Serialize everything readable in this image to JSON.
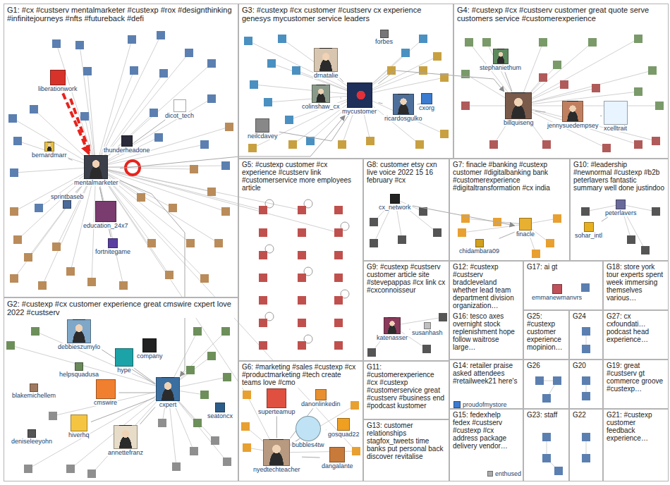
{
  "diagram": {
    "nodes": [
      {
        "text": [
          "G1: #cx #custserv mentalmarketer #custexp #rox #designthinking #infinitejourneys #nfts #futureback #defi"
        ]
      },
      {
        "text": [
          "liberationwork"
        ],
        "in": 0
      },
      {
        "text": [
          "bernardmarr"
        ],
        "in": 0
      },
      {
        "text": [
          "thunderheadone"
        ],
        "in": 0
      },
      {
        "text": [
          "mentalmarketer"
        ],
        "in": 0
      },
      {
        "text": [
          "sprintbaseb"
        ],
        "in": 0
      },
      {
        "text": [
          "dicot_tech"
        ],
        "in": 0
      },
      {
        "text": [
          "education_24x7"
        ],
        "in": 0
      },
      {
        "text": [
          "fortnitegame"
        ],
        "in": 0
      },
      {
        "text": [
          "G2: #custexp #cx customer experience great cmswire cxpert love 2022 #custserv"
        ]
      },
      {
        "text": [
          "debbieszumylo"
        ],
        "in": 9
      },
      {
        "text": [
          "helpsquadusa"
        ],
        "in": 9
      },
      {
        "text": [
          "company"
        ],
        "in": 9
      },
      {
        "text": [
          "hype"
        ],
        "in": 9
      },
      {
        "text": [
          "cmswire"
        ],
        "in": 9
      },
      {
        "text": [
          "cxpert"
        ],
        "in": 9
      },
      {
        "text": [
          "seatoncx"
        ],
        "in": 9
      },
      {
        "text": [
          "blakemichellem"
        ],
        "in": 9
      },
      {
        "text": [
          "deniseleeyohn"
        ],
        "in": 9
      },
      {
        "text": [
          "hiverhq"
        ],
        "in": 9
      },
      {
        "text": [
          "annettefranz"
        ],
        "in": 9
      },
      {
        "text": [
          "G3: #custexp #cx customer #custserv cx experience genesys mycustomer service leaders"
        ]
      },
      {
        "text": [
          "forbes"
        ],
        "in": 21
      },
      {
        "text": [
          "drnatalie"
        ],
        "in": 21
      },
      {
        "text": [
          "colinshaw_cx"
        ],
        "in": 21
      },
      {
        "text": [
          "mycustomer"
        ],
        "in": 21
      },
      {
        "text": [
          "ricardosgulko"
        ],
        "in": 21
      },
      {
        "text": [
          "cxorg"
        ],
        "in": 21
      },
      {
        "text": [
          "neilcdavey"
        ],
        "in": 21
      },
      {
        "text": [
          "G4: #custexp #cx #custserv customer great quote serve customers service #customerexperience"
        ]
      },
      {
        "text": [
          "stephaniethum"
        ],
        "in": 29
      },
      {
        "text": [
          "billquiseng"
        ],
        "in": 29
      },
      {
        "text": [
          "jennysuedempsey"
        ],
        "in": 29
      },
      {
        "text": [
          "xcelltrait"
        ],
        "in": 29
      },
      {
        "text": [
          "G5: #custexp customer #cx experience #custserv link #customerservice more employees article"
        ]
      },
      {
        "text": [
          "G6: #marketing #sales #custexp #cx #productmarketing #tech create teams love #cmo"
        ]
      },
      {
        "text": [
          "superteamup"
        ],
        "in": 35
      },
      {
        "text": [
          "danonlinkedin"
        ],
        "in": 35
      },
      {
        "text": [
          "gosquad22"
        ],
        "in": 35
      },
      {
        "text": [
          "bubbles4tw"
        ],
        "in": 35
      },
      {
        "text": [
          "nyedtechteacher"
        ],
        "in": 35
      },
      {
        "text": [
          "dangalante"
        ],
        "in": 35
      },
      {
        "text": [
          "G7: finacle #banking #custexp customer #digitalbanking bank #customerexperience #digitaltransformation #cx india"
        ]
      },
      {
        "text": [
          "finacle"
        ],
        "in": 42
      },
      {
        "text": [
          "chidambara09"
        ],
        "in": 42
      },
      {
        "text": [
          "G8: customer etsy cxn live voice 2022 15 16 february #cx"
        ]
      },
      {
        "text": [
          "cx_network"
        ],
        "in": 45
      },
      {
        "text": [
          "G9: #custexp #custserv customer article site #stevepappas #cx link cx #cxconnoisseur"
        ]
      },
      {
        "text": [
          "katenasser"
        ],
        "in": 47
      },
      {
        "text": [
          "susanhash"
        ],
        "in": 47
      },
      {
        "text": [
          "G10: #leadership #newnormal #custexp #b2b peterlavers fantastic summary well done justindoo"
        ]
      },
      {
        "text": [
          "peterlavers"
        ],
        "in": 50
      },
      {
        "text": [
          "sohar_intl"
        ],
        "in": 50
      },
      {
        "text": [
          "G11: #customerexperience #cx #custexp #customerservice great #custserv #business end #podcast kustomer"
        ]
      },
      {
        "text": [
          "G12: #custexp #custserv bradcleveland whether lead team department division organization…"
        ]
      },
      {
        "text": [
          "G13: customer relationships stagfox_tweets time banks put personal back discover revitalise"
        ]
      },
      {
        "text": [
          "G14: retailer praise asked attendees #retailweek21 here's"
        ]
      },
      {
        "text": [
          "proudofmystore"
        ],
        "in": 56
      },
      {
        "text": [
          "G15: fedexhelp fedex #custserv #custexp #cx address package delivery vendor…"
        ]
      },
      {
        "text": [
          "enthused"
        ],
        "in": 58
      },
      {
        "text": [
          "G16: tesco axes overnight stock replenishment hope follow waitrose large…"
        ]
      },
      {
        "text": [
          "G17: ai gt"
        ]
      },
      {
        "text": [
          "emmanewmanvrs"
        ],
        "in": 61
      },
      {
        "text": [
          "G18: store york tour experts spent week immersing themselves various…"
        ]
      },
      {
        "text": [
          "G19: great #custserv gt commerce groove #custexp…"
        ]
      },
      {
        "text": [
          "G20"
        ]
      },
      {
        "text": [
          "G21: #custexp customer feedback experience…"
        ]
      },
      {
        "text": [
          "G22"
        ]
      },
      {
        "text": [
          "G23: staff"
        ]
      },
      {
        "text": [
          "G24"
        ]
      },
      {
        "text": [
          "G25: #custexp customer experience mopinion…"
        ]
      },
      {
        "text": [
          "G26"
        ]
      },
      {
        "text": [
          "G27: cx cxfoundati… podcast head experience…"
        ]
      }
    ],
    "edges": [
      {
        "from": 1,
        "to": 4,
        "arrow": "to"
      },
      {
        "from": 2,
        "to": 4,
        "arrow": "none"
      },
      {
        "from": 3,
        "to": 4,
        "arrow": "none"
      },
      {
        "from": 5,
        "to": 4,
        "arrow": "none"
      },
      {
        "from": 6,
        "to": 4,
        "arrow": "none"
      },
      {
        "from": 7,
        "to": 4,
        "arrow": "none"
      },
      {
        "from": 8,
        "to": 4,
        "arrow": "none"
      },
      {
        "from": 4,
        "to": 25,
        "arrow": "to"
      },
      {
        "from": 4,
        "to": 15,
        "arrow": "to"
      },
      {
        "from": 23,
        "to": 25,
        "arrow": "none"
      },
      {
        "from": 24,
        "to": 25,
        "arrow": "none"
      },
      {
        "from": 26,
        "to": 25,
        "arrow": "none"
      },
      {
        "from": 28,
        "to": 25,
        "arrow": "none"
      },
      {
        "from": 27,
        "to": 26,
        "arrow": "none"
      },
      {
        "from": 30,
        "to": 31,
        "arrow": "none"
      },
      {
        "from": 32,
        "to": 31,
        "arrow": "none"
      },
      {
        "from": 33,
        "to": 32,
        "arrow": "none"
      },
      {
        "from": 10,
        "to": 15,
        "arrow": "none"
      },
      {
        "from": 14,
        "to": 15,
        "arrow": "none"
      },
      {
        "from": 13,
        "to": 15,
        "arrow": "none"
      },
      {
        "from": 20,
        "to": 15,
        "arrow": "none"
      },
      {
        "from": 19,
        "to": 15,
        "arrow": "none"
      },
      {
        "from": 36,
        "to": 40,
        "arrow": "none"
      },
      {
        "from": 37,
        "to": 40,
        "arrow": "none"
      },
      {
        "from": 39,
        "to": 40,
        "arrow": "none"
      },
      {
        "from": 38,
        "to": 39,
        "arrow": "none"
      },
      {
        "from": 41,
        "to": 40,
        "arrow": "none"
      },
      {
        "from": 46,
        "to": 43,
        "arrow": "to"
      },
      {
        "from": 44,
        "to": 43,
        "arrow": "none"
      },
      {
        "from": 52,
        "to": 51,
        "arrow": "none"
      },
      {
        "from": 48,
        "to": 49,
        "arrow": "none"
      },
      {
        "from": 25,
        "to": 31,
        "arrow": "to"
      }
    ]
  }
}
